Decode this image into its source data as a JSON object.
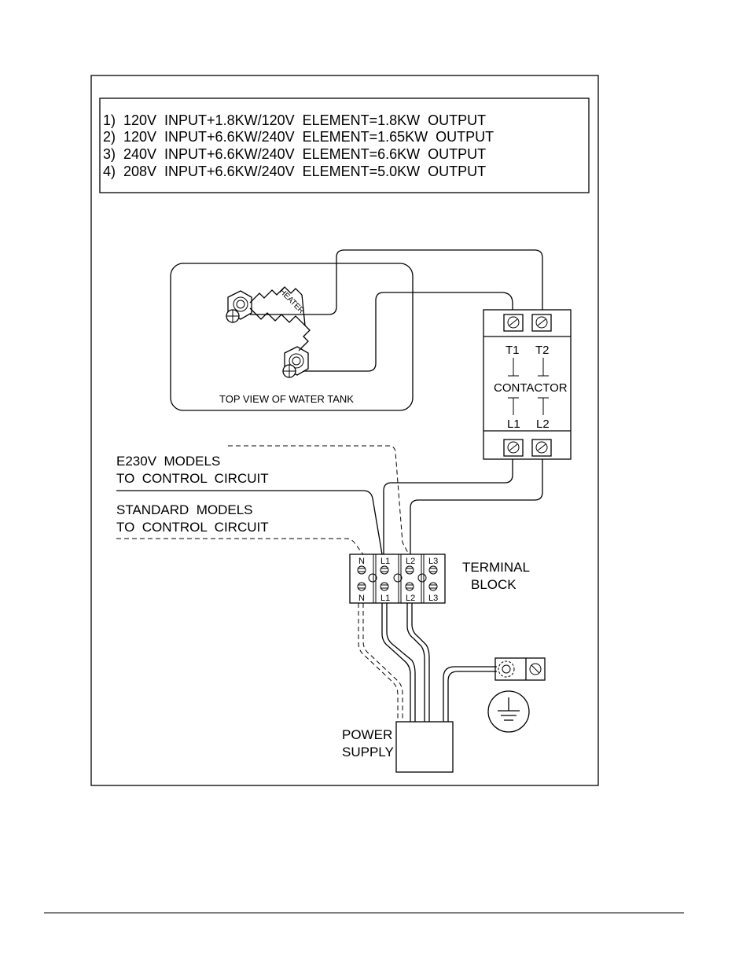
{
  "options": [
    "1)  120V  INPUT+1.8KW/120V  ELEMENT=1.8KW  OUTPUT",
    "2)  120V  INPUT+6.6KW/240V  ELEMENT=1.65KW  OUTPUT",
    "3)  240V  INPUT+6.6KW/240V  ELEMENT=6.6KW  OUTPUT",
    "4)  208V  INPUT+6.6KW/240V  ELEMENT=5.0KW  OUTPUT"
  ],
  "tank": {
    "heater_label": "HEATER",
    "caption": "TOP VIEW OF WATER TANK"
  },
  "contactor": {
    "label": "CONTACTOR",
    "t1": "T1",
    "t2": "T2",
    "l1": "L1",
    "l2": "L2"
  },
  "e230": {
    "line1": "E230V  MODELS",
    "line2": "TO  CONTROL  CIRCUIT"
  },
  "standard": {
    "line1": "STANDARD  MODELS",
    "line2": "TO  CONTROL  CIRCUIT"
  },
  "terminal_block": {
    "line1": "TERMINAL",
    "line2": "BLOCK",
    "labels": [
      "N",
      "L1",
      "L2",
      "L3"
    ]
  },
  "power_supply": {
    "line1": "POWER",
    "line2": "SUPPLY"
  }
}
